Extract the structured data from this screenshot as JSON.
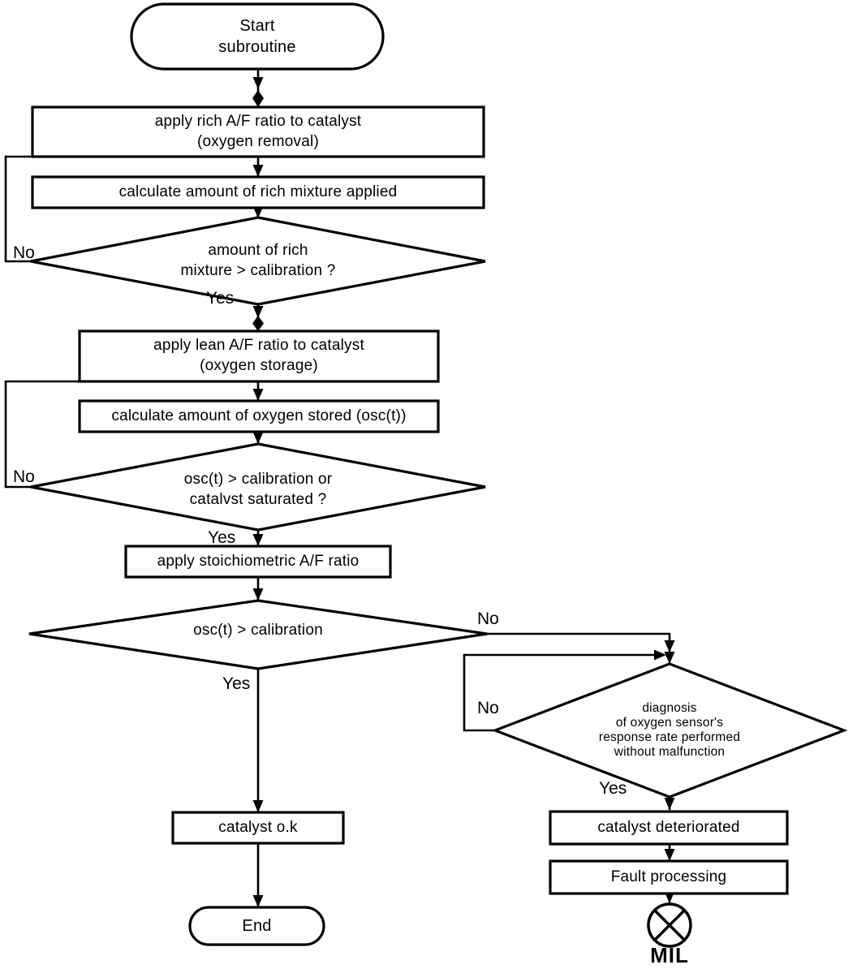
{
  "diagram": {
    "nodes": {
      "start": {
        "label": "Start\nsubroutine",
        "type": "terminator"
      },
      "apply_rich": {
        "label": "apply rich A/F ratio to catalyst\n(oxygen removal)",
        "type": "process"
      },
      "calc_rich": {
        "label": "calculate amount of rich mixture applied",
        "type": "process"
      },
      "decision_rich": {
        "label": "amount of rich\nmixture > calibration ?",
        "type": "decision"
      },
      "apply_lean": {
        "label": "apply lean A/F ratio to catalyst\n(oxygen storage)",
        "type": "process"
      },
      "calc_osc": {
        "label": "calculate amount of oxygen stored (osc(t))",
        "type": "process"
      },
      "decision_osc": {
        "label": "osc(t) > calibration or\ncatalvst saturated ?",
        "type": "decision"
      },
      "apply_stoich": {
        "label": "apply stoichiometric A/F ratio",
        "type": "process"
      },
      "decision_cal": {
        "label": "osc(t) > calibration",
        "type": "decision"
      },
      "decision_sensor": {
        "label": "diagnosis\nof oxygen sensor's\nresponse rate performed\nwithout malfunction",
        "type": "decision"
      },
      "catalyst_ok": {
        "label": "catalyst o.k",
        "type": "process"
      },
      "end": {
        "label": "End",
        "type": "terminator"
      },
      "catalyst_deteriorated": {
        "label": "catalyst deteriorated",
        "type": "process"
      },
      "fault_processing": {
        "label": "Fault processing",
        "type": "process"
      },
      "mil": {
        "label": "MIL",
        "type": "indicator"
      }
    },
    "edge_labels": {
      "d1_no": "No",
      "d1_yes": "Yes",
      "d2_no": "No",
      "d2_yes": "Yes",
      "d3_no": "No",
      "d3_yes": "Yes",
      "d4_no": "No",
      "d4_yes": "Yes"
    },
    "colors": {
      "line": "#000000",
      "background": "#ffffff"
    }
  }
}
